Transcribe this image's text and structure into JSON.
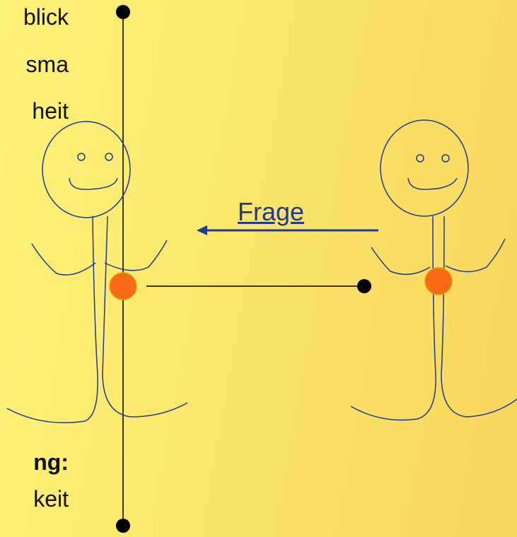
{
  "left_text_fragments": {
    "line1": "blick",
    "line2": "sma",
    "line3": "heit",
    "line4": "ng:",
    "line5": "keit"
  },
  "arrow_label": "Frage",
  "colors": {
    "figure_stroke": "#1f3a93",
    "heart_fill": "#f96a15",
    "heart_stroke": "#e0a000",
    "line_color": "#000000"
  }
}
